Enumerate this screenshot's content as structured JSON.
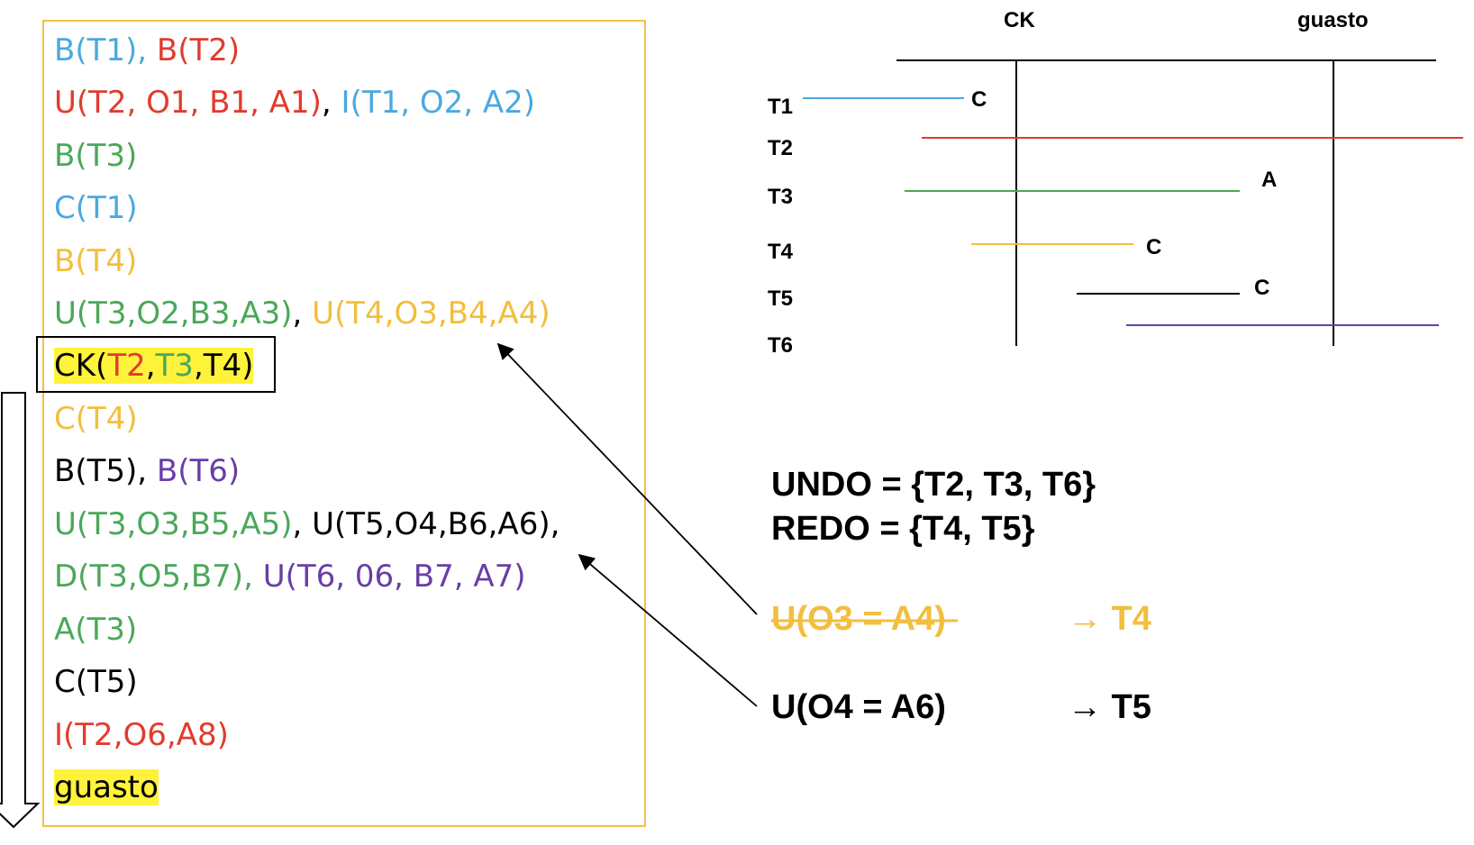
{
  "colors": {
    "T1": "#4aa9e0",
    "T2": "#e23b2e",
    "T3": "#4aa85a",
    "T4": "#f2be3d",
    "T5": "#000000",
    "T6": "#6a3da6",
    "highlight": "#fff23a",
    "box_border": "#f2c046"
  },
  "log": {
    "l1": {
      "a": "B(T1)",
      "sep": ", ",
      "b": "B(T2)"
    },
    "l2": {
      "a": "U(T2, O1, B1, A1)",
      "sep": ", ",
      "b": "I(T1, O2, A2)"
    },
    "l3": {
      "a": "B(T3)"
    },
    "l4": {
      "a": "C(T1)"
    },
    "l5": {
      "a": "B(T4)"
    },
    "l6": {
      "a": "U(T3,O2,B3,A3)",
      "sep": ", ",
      "b": "U(T4,O3,B4,A4)"
    },
    "l7": {
      "p1": "CK(",
      "t2": "T2",
      "c1": ",",
      "t3": "T3",
      "c2": ",",
      "t4": "T4",
      "p2": ")"
    },
    "l8": {
      "a": "C(T4)"
    },
    "l9": {
      "a": "B(T5)",
      "sep": ", ",
      "b": "B(T6)"
    },
    "l10": {
      "a": "U(T3,O3,B5,A5)",
      "sep": ", ",
      "b": "U(T5,O4,B6,A6)",
      "end": ","
    },
    "l11": {
      "a": "D(T3,O5,B7)",
      "sep": ", ",
      "b": "U(T6, 06, B7, A7)"
    },
    "l12": {
      "a": "A(T3)"
    },
    "l13": {
      "a": "C(T5)"
    },
    "l14": {
      "a": "I(T2,O6,A8)"
    },
    "l15": {
      "a": "guasto"
    }
  },
  "timeline": {
    "header_ck": "CK",
    "header_fault": "guasto",
    "rows": [
      {
        "label": "T1",
        "end_mark": "C"
      },
      {
        "label": "T2",
        "end_mark": ""
      },
      {
        "label": "T3",
        "end_mark": "A"
      },
      {
        "label": "T4",
        "end_mark": "C"
      },
      {
        "label": "T5",
        "end_mark": "C"
      },
      {
        "label": "T6",
        "end_mark": ""
      }
    ]
  },
  "result": {
    "undo": "UNDO = {T2, T3, T6}",
    "redo": "REDO = {T4, T5}"
  },
  "ops": [
    {
      "text": "U(O3 = A4)",
      "arrow": "→ T4",
      "struck": true
    },
    {
      "text": "U(O4 = A6)",
      "arrow": "→ T5",
      "struck": false
    }
  ]
}
